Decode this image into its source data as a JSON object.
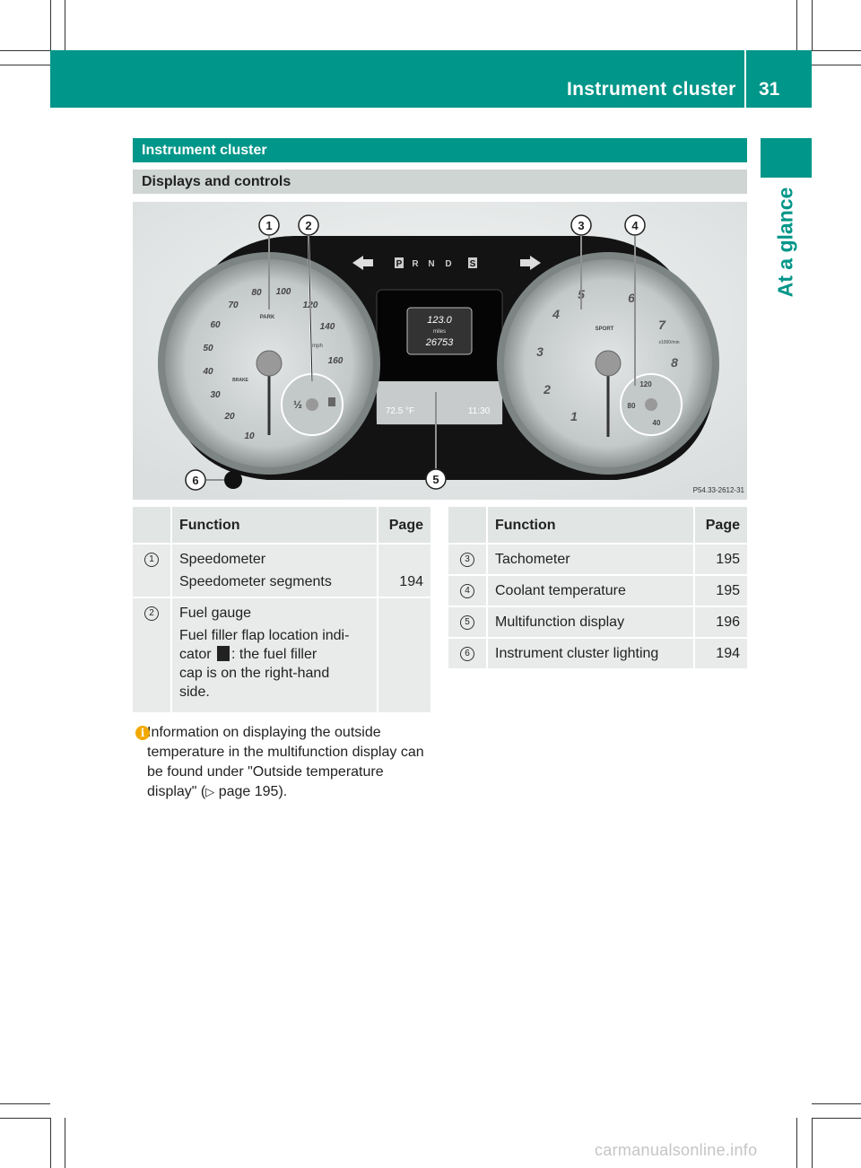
{
  "header": {
    "title": "Instrument cluster",
    "page_number": "31",
    "side_tab": "At a glance"
  },
  "section": {
    "title": "Instrument cluster",
    "subtitle": "Displays and controls"
  },
  "figure": {
    "callouts": [
      "1",
      "2",
      "3",
      "4",
      "5",
      "6"
    ],
    "gear_display": [
      "P",
      "R",
      "N",
      "D",
      "S"
    ],
    "mfd_trip": "123.0",
    "mfd_unit": "miles",
    "mfd_odometer": "26753",
    "mfd_temperature": "72.5 °F",
    "mfd_time": "11:30",
    "speedo_ticks": [
      "10",
      "20",
      "30",
      "40",
      "50",
      "60",
      "70",
      "80",
      "100",
      "120",
      "140",
      "160"
    ],
    "speedo_unit": "mph",
    "tacho_ticks": [
      "1",
      "2",
      "3",
      "4",
      "5",
      "6",
      "7",
      "8"
    ],
    "tacho_sub": [
      "x1000/min"
    ],
    "fuel_sub_ticks": [
      "½"
    ],
    "coolant_ticks": [
      "40",
      "80",
      "120"
    ],
    "park_label": "PARK",
    "brake_label": "BRAKE",
    "sport_label": "SPORT",
    "ref_code": "P54.33-2612-31",
    "colors": {
      "teal": "#009689",
      "gauge_face": "#cfd3d3",
      "dash": "#111111"
    }
  },
  "table_left": {
    "col_function": "Function",
    "col_page": "Page",
    "rows": [
      {
        "num": "1",
        "lines": [
          "Speedometer",
          "Speedometer segments"
        ],
        "page": "194"
      },
      {
        "num": "2",
        "lines": [
          "Fuel gauge",
          "Fuel filler flap location indi-",
          "cator",
          ": the fuel filler",
          "cap is on the right-hand",
          "side."
        ],
        "page": ""
      }
    ],
    "fuel_icon": "fuel-pump-icon"
  },
  "table_right": {
    "col_function": "Function",
    "col_page": "Page",
    "rows": [
      {
        "num": "3",
        "label": "Tachometer",
        "page": "195"
      },
      {
        "num": "4",
        "label": "Coolant temperature",
        "page": "195"
      },
      {
        "num": "5",
        "label": "Multifunction display",
        "page": "196"
      },
      {
        "num": "6",
        "label": "Instrument cluster lighting",
        "page": "194"
      }
    ]
  },
  "info": {
    "icon": "i",
    "text_before": "Information on displaying the outside temperature in the multifunction display can be found under \"Outside temperature display\" (",
    "arrow": "▷",
    "text_after": " page 195)."
  },
  "watermark": "carmanualsonline.info"
}
